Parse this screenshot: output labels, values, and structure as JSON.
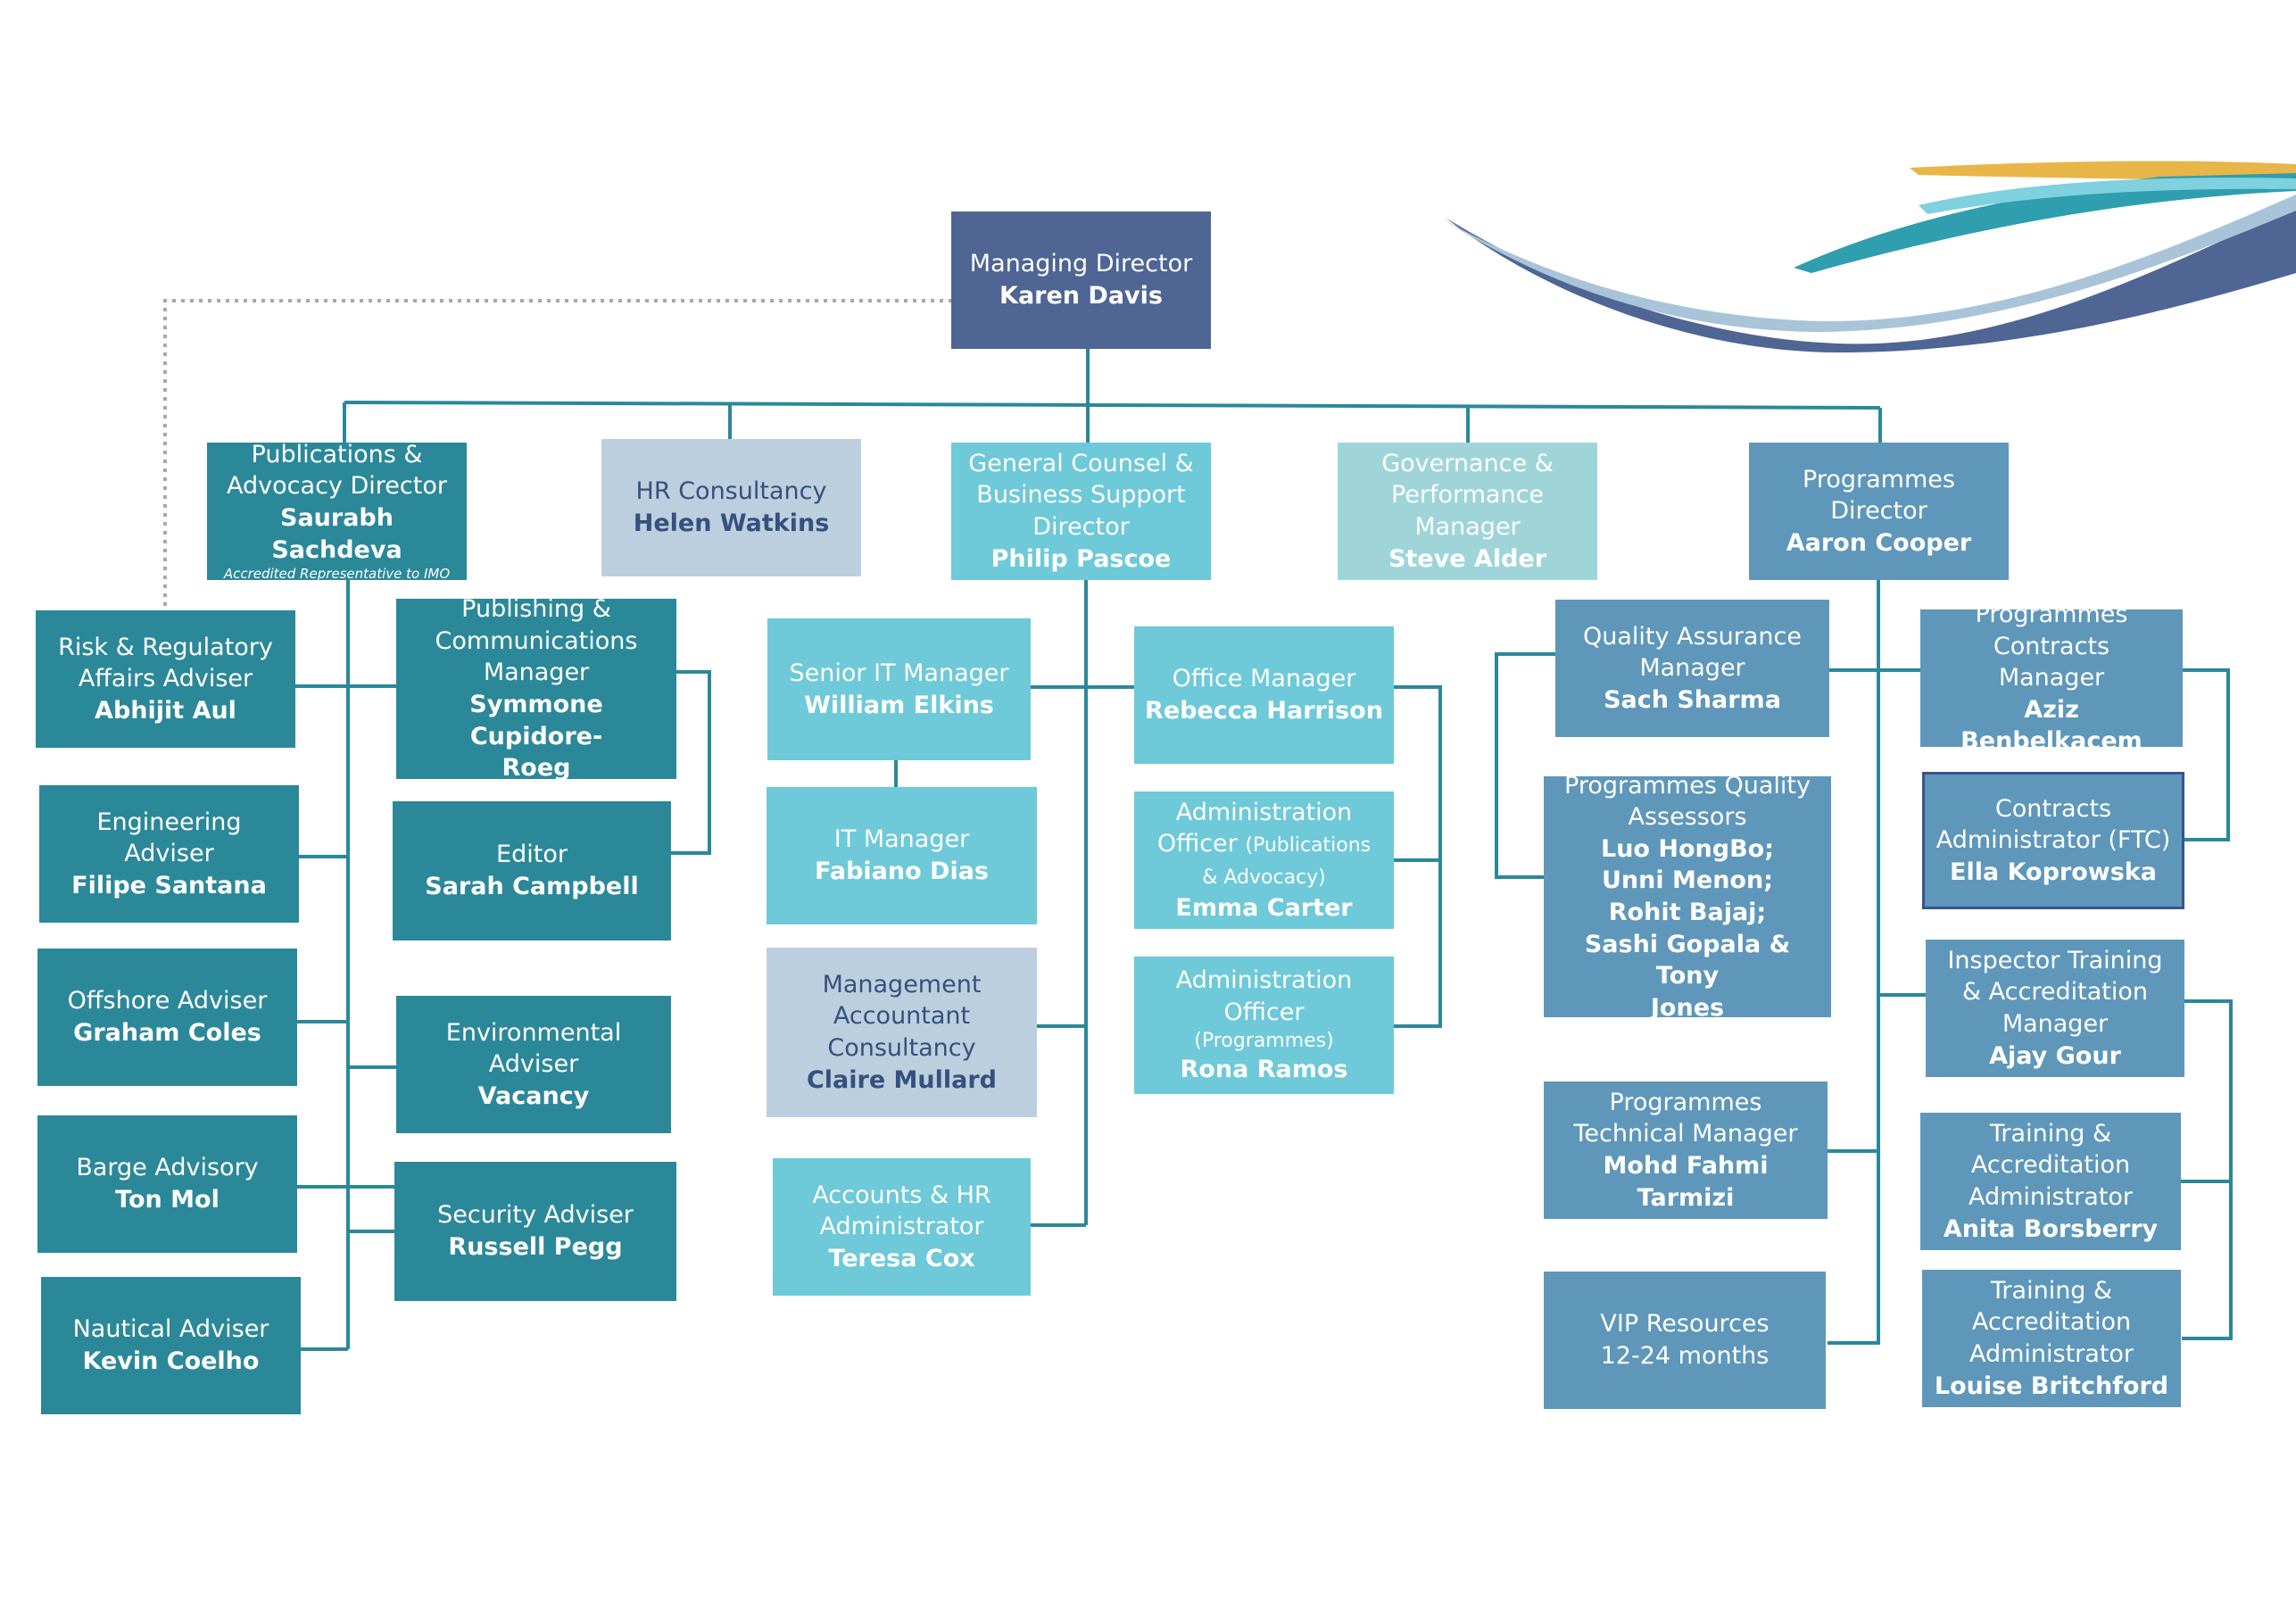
{
  "colors": {
    "navy": "#4f6593",
    "teal": "#2b8899",
    "pale": "#bccfdf",
    "aqua": "#6ec9d8",
    "mint": "#9fd5d9",
    "blue": "#5e97ba",
    "connector": "#2b8899"
  },
  "md": {
    "title": "Managing Director",
    "name": "Karen Davis"
  },
  "top": {
    "pub": {
      "title": "Publications &\nAdvocacy Director",
      "name": "Saurabh Sachdeva",
      "note": "Accredited Representative to IMO"
    },
    "hr": {
      "title": "HR Consultancy",
      "name": "Helen Watkins"
    },
    "gc": {
      "title": "General Counsel &\nBusiness Support\nDirector",
      "name": "Philip Pascoe"
    },
    "gov": {
      "title": "Governance &\nPerformance\nManager",
      "name": "Steve Alder"
    },
    "prog": {
      "title": "Programmes\nDirector",
      "name": "Aaron Cooper"
    }
  },
  "advisers": {
    "risk": {
      "title": "Risk & Regulatory\nAffairs Adviser",
      "name": "Abhijit Aul"
    },
    "eng": {
      "title": "Engineering\nAdviser",
      "name": "Filipe Santana"
    },
    "offshore": {
      "title": "Offshore Adviser",
      "name": "Graham Coles"
    },
    "barge": {
      "title": "Barge Advisory",
      "name": "Ton Mol"
    },
    "nautical": {
      "title": "Nautical Adviser",
      "name": "Kevin Coelho"
    },
    "pubcomms": {
      "title": "Publishing &\nCommunications\nManager",
      "name": "Symmone Cupidore-\nRoeg"
    },
    "editor": {
      "title": "Editor",
      "name": "Sarah Campbell"
    },
    "env": {
      "title": "Environmental\nAdviser",
      "name": "Vacancy"
    },
    "security": {
      "title": "Security Adviser",
      "name": "Russell Pegg"
    }
  },
  "support": {
    "seniorit": {
      "title": "Senior IT Manager",
      "name": "William Elkins"
    },
    "itman": {
      "title": "IT Manager",
      "name": "Fabiano Dias"
    },
    "mgmtacc": {
      "title": "Management\nAccountant\nConsultancy",
      "name": "Claire Mullard"
    },
    "acchr": {
      "title": "Accounts & HR\nAdministrator",
      "name": "Teresa Cox"
    },
    "office": {
      "title": "Office Manager",
      "name": "Rebecca Harrison"
    },
    "admin1": {
      "title": "Administration",
      "title2": "Officer ",
      "small": "(Publications\n& Advocacy)",
      "name": "Emma Carter"
    },
    "admin2": {
      "title": "Administration\nOfficer",
      "small": "(Programmes)",
      "name": "Rona Ramos"
    }
  },
  "programmes": {
    "qa": {
      "title": "Quality Assurance\nManager",
      "name": "Sach Sharma"
    },
    "pqa": {
      "title": "Programmes Quality\nAssessors",
      "name": "Luo HongBo;\nUnni Menon;\nRohit Bajaj;\nSashi Gopala & Tony\nJones"
    },
    "ptm": {
      "title": "Programmes\nTechnical  Manager",
      "name": "Mohd Fahmi Tarmizi"
    },
    "vip": {
      "title": "VIP Resources\n12-24 months"
    },
    "pcm": {
      "title": "Programmes\nContracts\nManager",
      "name": "Aziz Benbelkacem"
    },
    "ca": {
      "title": "Contracts\nAdministrator (FTC)",
      "name": "Ella Koprowska"
    },
    "ita": {
      "title": "Inspector Training\n& Accreditation\nManager",
      "name": "Ajay Gour"
    },
    "taa1": {
      "title": "Training &\nAccreditation\nAdministrator",
      "name": "Anita Borsberry"
    },
    "taa2": {
      "title": "Training &\nAccreditation\nAdministrator",
      "name": "Louise Britchford"
    }
  }
}
